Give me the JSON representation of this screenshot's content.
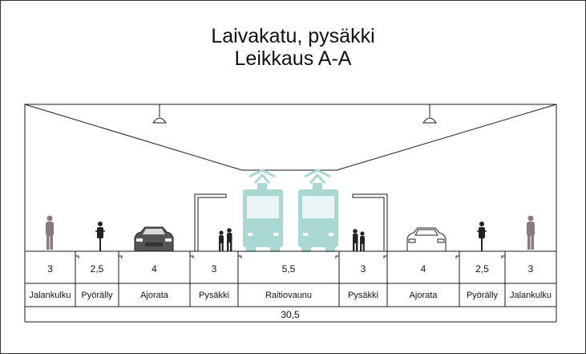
{
  "title": "Laivakatu, pysäkki",
  "subtitle": "Leikkaus A-A",
  "colors": {
    "line": "#1a1a1a",
    "tram": "#a9d8d3",
    "tram_dark": "#7fb8b2",
    "pedestrian": "#8a7b7b",
    "figure": "#222222"
  },
  "sections": [
    {
      "width": "3",
      "label": "Jalankulku"
    },
    {
      "width": "2,5",
      "label": "Pyörälly"
    },
    {
      "width": "4",
      "label": "Ajorata"
    },
    {
      "width": "3",
      "label": "Pysäkki"
    },
    {
      "width": "5,5",
      "label": "Raitiovaunu"
    },
    {
      "width": "3",
      "label": "Pysäkki"
    },
    {
      "width": "4",
      "label": "Ajorata"
    },
    {
      "width": "2,5",
      "label": "Pyörälly"
    },
    {
      "width": "3",
      "label": "Jalankulku"
    }
  ],
  "total": "30,5",
  "icons": [
    "pedestrian-icon",
    "cyclist-icon",
    "car-icon",
    "waiting-people-icon",
    "tram-icon",
    "tram-icon",
    "waiting-people-icon",
    "car-icon",
    "cyclist-icon",
    "pedestrian-icon",
    "ceiling-lamp-icon",
    "ceiling-lamp-icon",
    "shelter-icon",
    "shelter-icon"
  ]
}
